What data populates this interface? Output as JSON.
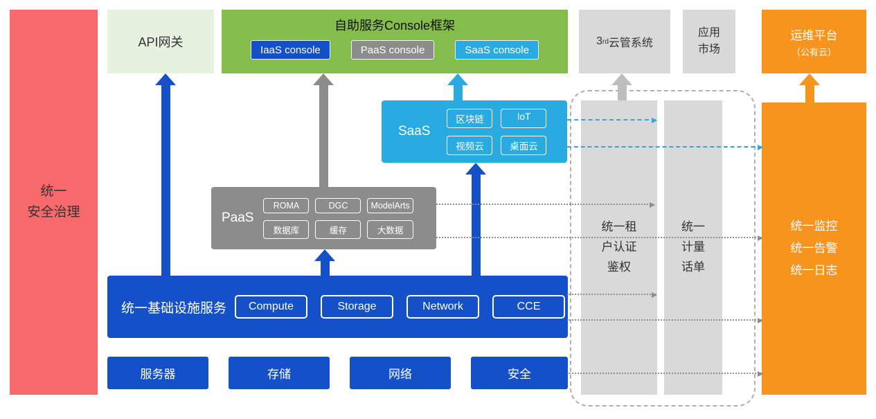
{
  "colors": {
    "red": "#F8696B",
    "blue": "#1450C8",
    "light_blue": "#29ABE2",
    "gray": "#8C8C8C",
    "light_gray": "#D9D9D9",
    "green": "#84BD4B",
    "pale_green": "#E6F2DF",
    "orange": "#F7941D"
  },
  "security": {
    "label": "统一\n安全治理"
  },
  "api_gateway": {
    "label": "API网关"
  },
  "console_frame": {
    "title": "自助服务Console框架",
    "consoles": [
      "IaaS console",
      "PaaS console",
      "SaaS console"
    ]
  },
  "cloud_mgmt": {
    "num": "3",
    "sup": "rd",
    "label": "云管系统"
  },
  "app_market": {
    "label": "应用\n市场"
  },
  "ops_platform": {
    "line1": "运维平台",
    "line2": "（公有云）"
  },
  "tenant_auth": {
    "label": "统一租\n户认证\n鉴权"
  },
  "billing": {
    "label": "统一\n计量\n话单"
  },
  "monitoring": {
    "label": "统一监控\n统一告警\n统一日志"
  },
  "saas": {
    "label": "SaaS",
    "items": [
      "区块链",
      "IoT",
      "视频云",
      "桌面云"
    ]
  },
  "paas": {
    "label": "PaaS",
    "items": [
      "ROMA",
      "DGC",
      "ModelArts",
      "数据库",
      "缓存",
      "大数据"
    ]
  },
  "iaas": {
    "label": "统一基础设施服务",
    "items": [
      "Compute",
      "Storage",
      "Network",
      "CCE"
    ]
  },
  "hardware": {
    "items": [
      "服务器",
      "存储",
      "网络",
      "安全"
    ]
  }
}
